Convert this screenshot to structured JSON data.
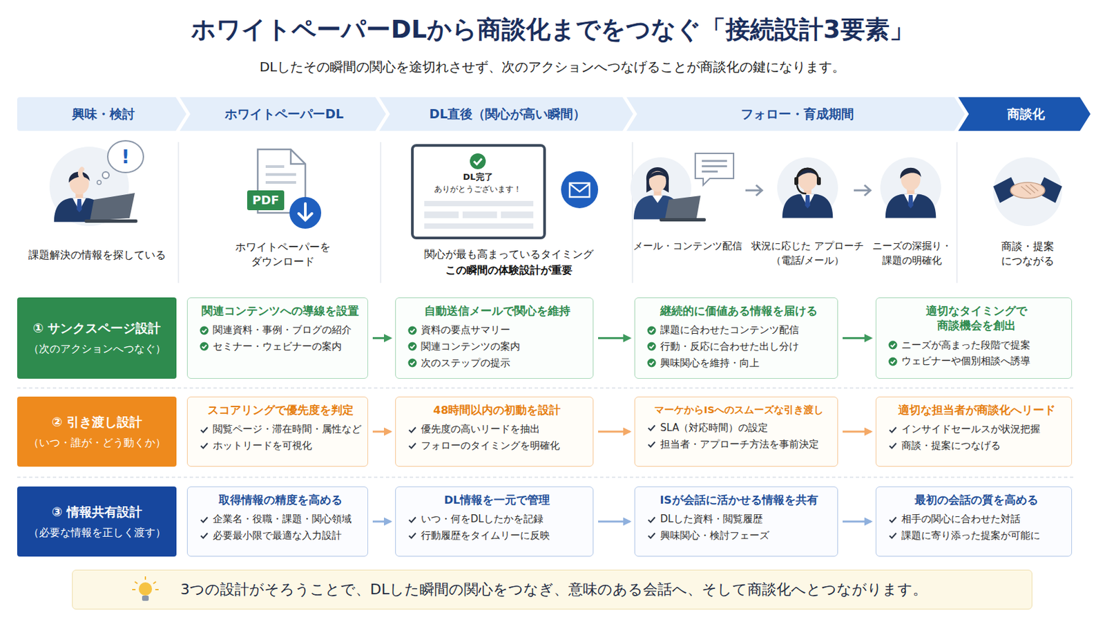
{
  "diagram": {
    "title": "ホワイトペーパーDLから商談化までをつなぐ「接続設計3要素」",
    "caption": "DLしたその瞬間の関心を途切れさせず、次のアクションへつなげることが商談化の鍵になります。",
    "nodes": [
      {
        "text": [
          "興味・検討"
        ]
      },
      {
        "text": [
          "ホワイトペーパーDL"
        ]
      },
      {
        "text": [
          "DL直後（関心が高い瞬間）"
        ]
      },
      {
        "text": [
          "フォロー・育成期間"
        ]
      },
      {
        "text": [
          "商談化"
        ]
      },
      {
        "text": [
          "① サンクスページ設計",
          "（次のアクションへつなぐ）"
        ]
      },
      {
        "text": [
          "関連コンテンツへの導線を設置",
          "関連資料・事例・ブログの紹介",
          "セミナー・ウェビナーの案内"
        ]
      },
      {
        "text": [
          "自動送信メールで関心を維持",
          "資料の要点サマリー",
          "関連コンテンツの案内",
          "次のステップの提示"
        ]
      },
      {
        "text": [
          "継続的に価値ある情報を届ける",
          "課題に合わせたコンテンツ配信",
          "行動・反応に合わせた出し分け",
          "興味関心を維持・向上"
        ]
      },
      {
        "text": [
          "適切なタイミングで 商談機会を創出",
          "ニーズが高まった段階で提案",
          "ウェビナーや個別相談へ誘導"
        ]
      },
      {
        "text": [
          "② 引き渡し設計",
          "（いつ・誰が・どう動くか）"
        ]
      },
      {
        "text": [
          "スコアリングで優先度を判定",
          "閲覧ページ・滞在時間・属性など",
          "ホットリードを可視化"
        ]
      },
      {
        "text": [
          "48時間以内の初動を設計",
          "優先度の高いリードを抽出",
          "フォローのタイミングを明確化"
        ]
      },
      {
        "text": [
          "マーケからISへのスムーズな引き渡し",
          "SLA（対応時間）の設定",
          "担当者・アプローチ方法を事前決定"
        ]
      },
      {
        "text": [
          "適切な担当者が商談化へリード",
          "インサイドセールスが状況把握",
          "商談・提案につなげる"
        ]
      },
      {
        "text": [
          "③ 情報共有設計",
          "（必要な情報を正しく渡す）"
        ]
      },
      {
        "text": [
          "取得情報の精度を高める",
          "企業名・役職・課題・関心領域",
          "必要最小限で最適な入力設計"
        ]
      },
      {
        "text": [
          "DL情報を一元で管理",
          "いつ・何をDLしたかを記録",
          "行動履歴をタイムリーに反映"
        ]
      },
      {
        "text": [
          "ISが会話に活かせる情報を共有",
          "DLした資料・閲覧履歴",
          "興味関心・検討フェーズ"
        ]
      },
      {
        "text": [
          "最初の会話の質を高める",
          "相手の関心に合わせた対話",
          "課題に寄り添った提案が可能に"
        ]
      },
      {
        "text": [
          "3つの設計がそろうことで、DLした瞬間の関心をつなぎ、意味のある会話へ、そして商談化へとつながります。"
        ]
      }
    ],
    "edges": [
      {
        "from": 6,
        "to": 7,
        "arrow": "to"
      },
      {
        "from": 7,
        "to": 8,
        "arrow": "to"
      },
      {
        "from": 8,
        "to": 9,
        "arrow": "to"
      },
      {
        "from": 11,
        "to": 12,
        "arrow": "to"
      },
      {
        "from": 12,
        "to": 13,
        "arrow": "to"
      },
      {
        "from": 13,
        "to": 14,
        "arrow": "to"
      },
      {
        "from": 16,
        "to": 17,
        "arrow": "to"
      },
      {
        "from": 17,
        "to": 18,
        "arrow": "to"
      },
      {
        "from": 18,
        "to": 19,
        "arrow": "to"
      }
    ],
    "labels": [
      "!",
      "課題解決の情報を探している",
      "PDF",
      "ホワイトペーパーを ダウンロード",
      "DL完了",
      "ありがとうございます！",
      "関心が最も高まっているタイミング",
      "この瞬間の体験設計が重要",
      "メール・コンテンツ配信",
      "状況に応じた アプローチ（電話/メール）",
      "ニーズの深掘り・ 課題の明確化",
      "商談・提案 につながる"
    ]
  }
}
